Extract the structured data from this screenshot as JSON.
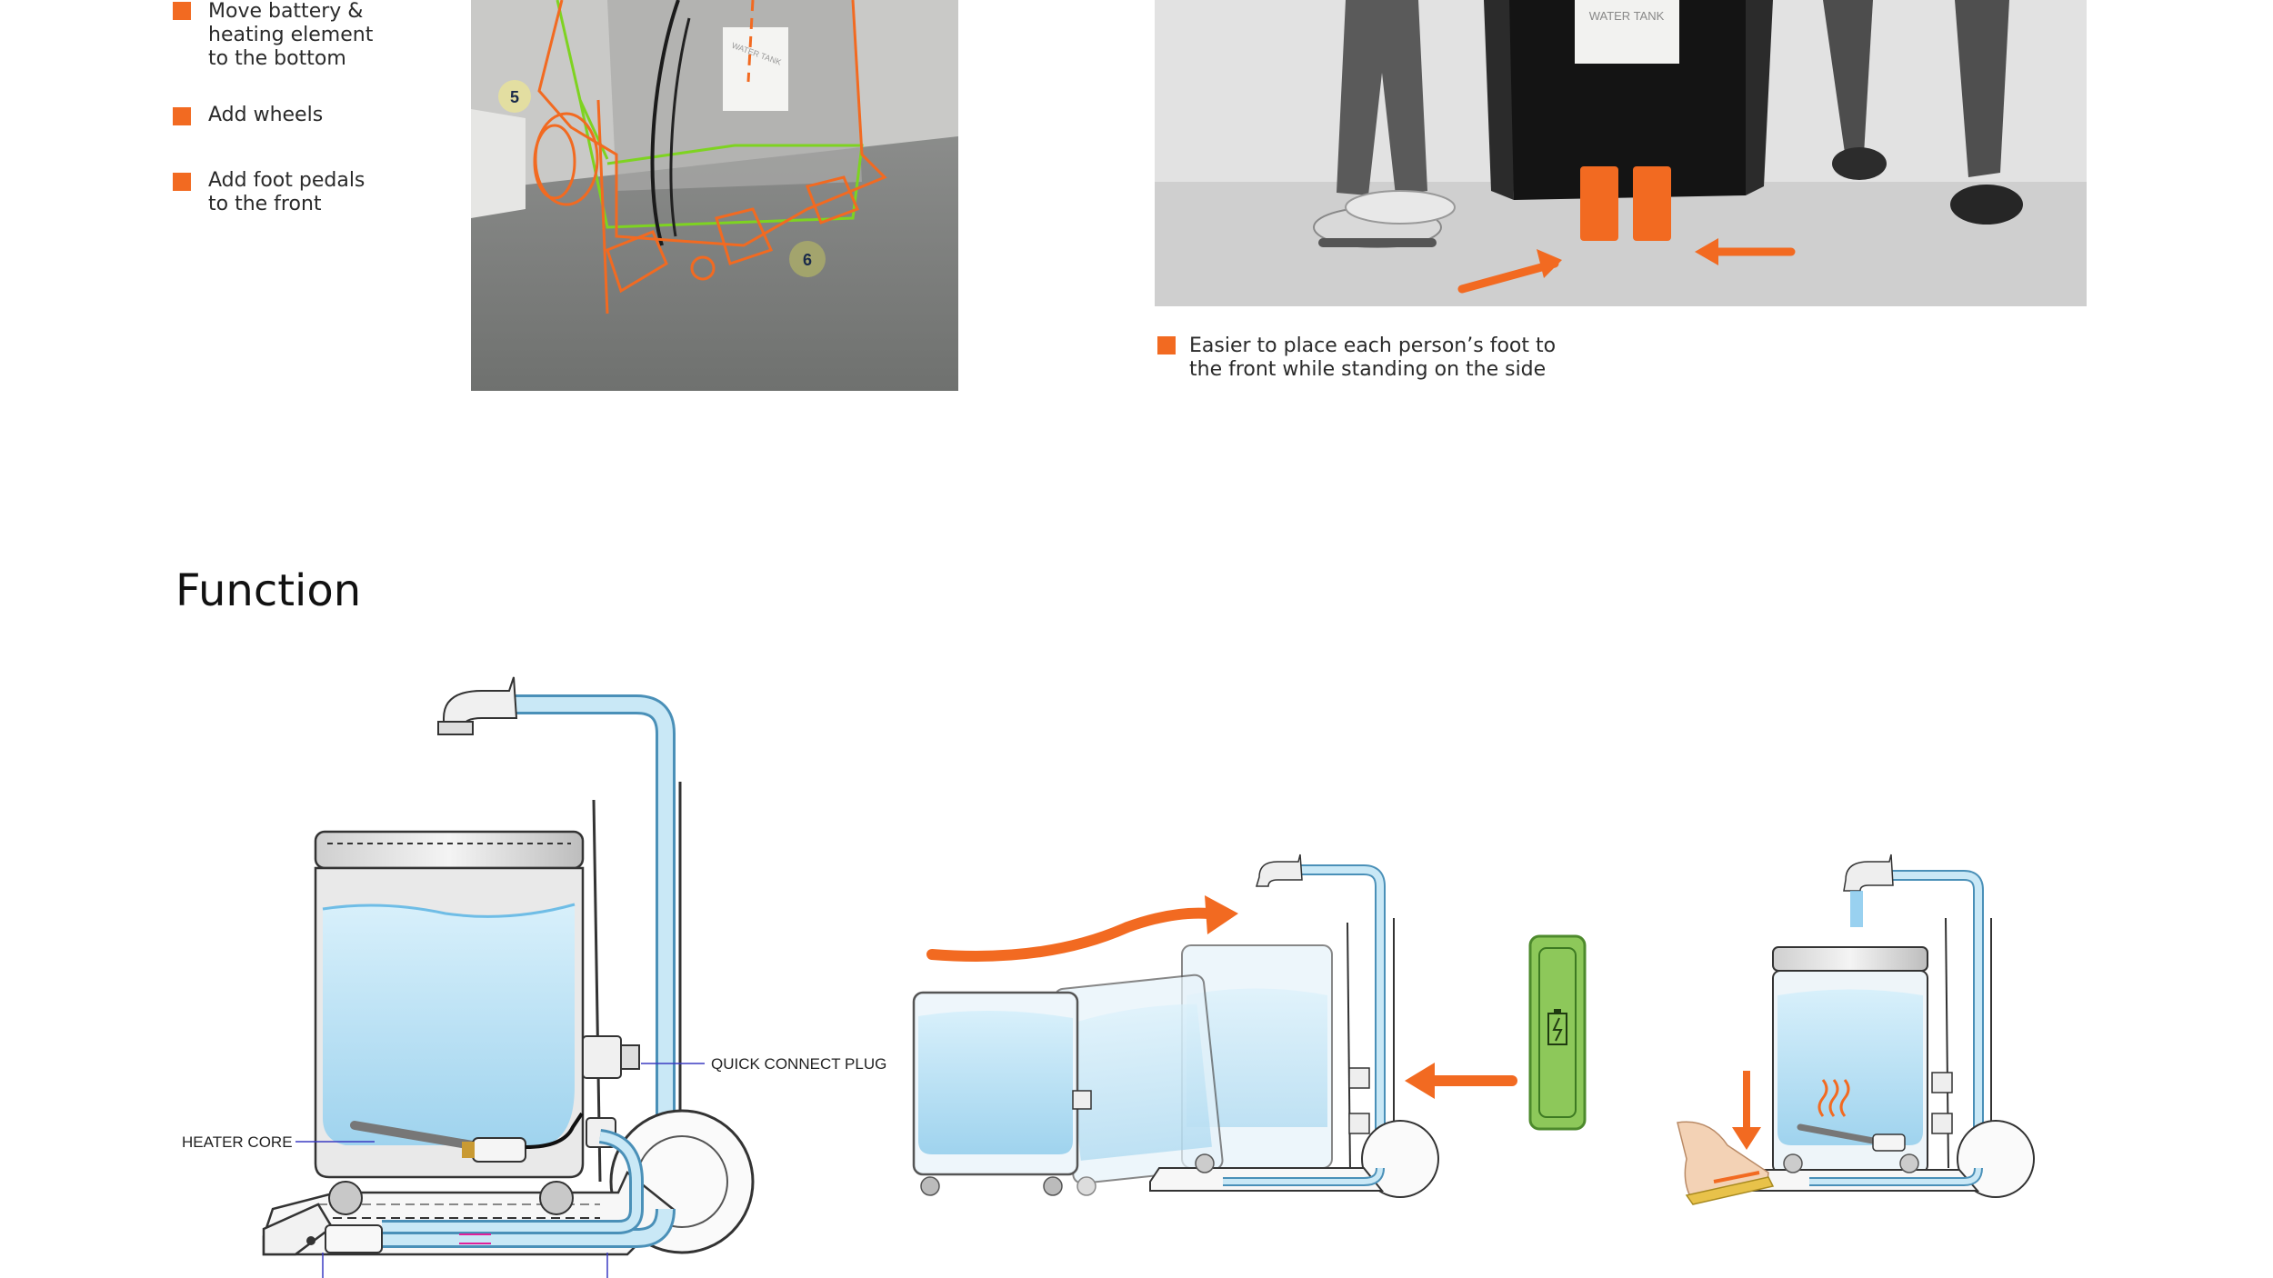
{
  "notes_left": [
    {
      "lines": [
        "Move battery &",
        "heating element",
        "to the bottom"
      ]
    },
    {
      "lines": [
        "Add wheels"
      ]
    },
    {
      "lines": [
        "Add foot pedals",
        "to the front"
      ]
    }
  ],
  "photo1": {
    "step_a": "5",
    "step_b": "6",
    "tank_sign": "WATER TANK"
  },
  "photo2": {
    "tank_sign": "WATER TANK"
  },
  "note_right": {
    "lines": [
      "Easier to place each person’s foot to",
      "the front while standing on the side"
    ]
  },
  "section": {
    "title": "Function"
  },
  "diagram": {
    "label_plug": "QUICK CONNECT PLUG",
    "label_heater": "HEATER CORE"
  },
  "colors": {
    "accent": "#f26a21",
    "water": "#bfe3f5",
    "outline_green": "#7ed321",
    "battery_green": "#8dc85a"
  }
}
